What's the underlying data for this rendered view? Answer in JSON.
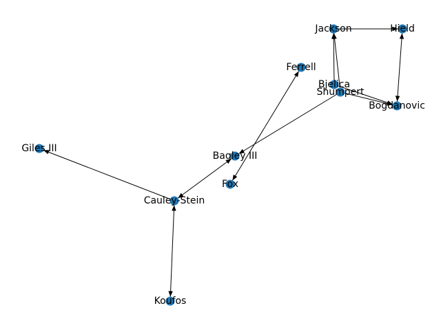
{
  "graph": {
    "node_color": "#1f77b4",
    "edge_color": "#000000",
    "label_color": "#000000",
    "directed": true,
    "nodes": [
      {
        "id": "Jackson",
        "label": "Jackson"
      },
      {
        "id": "Hield",
        "label": "Hield"
      },
      {
        "id": "Ferrell",
        "label": "Ferrell"
      },
      {
        "id": "Bjelica",
        "label": "Bjelica"
      },
      {
        "id": "Shumpert",
        "label": "Shumpert"
      },
      {
        "id": "Bogdanovic",
        "label": "Bogdanovic"
      },
      {
        "id": "Giles III",
        "label": "Giles III"
      },
      {
        "id": "Bagley III",
        "label": "Bagley III"
      },
      {
        "id": "Fox",
        "label": "Fox"
      },
      {
        "id": "Cauley-Stein",
        "label": "Cauley-Stein"
      },
      {
        "id": "Koufos",
        "label": "Koufos"
      }
    ],
    "edges": [
      {
        "source": "Jackson",
        "target": "Hield",
        "both_ways": false
      },
      {
        "source": "Hield",
        "target": "Bogdanovic",
        "both_ways": true
      },
      {
        "source": "Bjelica",
        "target": "Jackson",
        "both_ways": false
      },
      {
        "source": "Shumpert",
        "target": "Jackson",
        "both_ways": false
      },
      {
        "source": "Bjelica",
        "target": "Bogdanovic",
        "both_ways": false
      },
      {
        "source": "Shumpert",
        "target": "Bogdanovic",
        "both_ways": false
      },
      {
        "source": "Shumpert",
        "target": "Bagley III",
        "both_ways": false
      },
      {
        "source": "Ferrell",
        "target": "Fox",
        "both_ways": true
      },
      {
        "source": "Bagley III",
        "target": "Cauley-Stein",
        "both_ways": true
      },
      {
        "source": "Cauley-Stein",
        "target": "Giles III",
        "both_ways": false
      },
      {
        "source": "Cauley-Stein",
        "target": "Koufos",
        "both_ways": true
      }
    ]
  }
}
